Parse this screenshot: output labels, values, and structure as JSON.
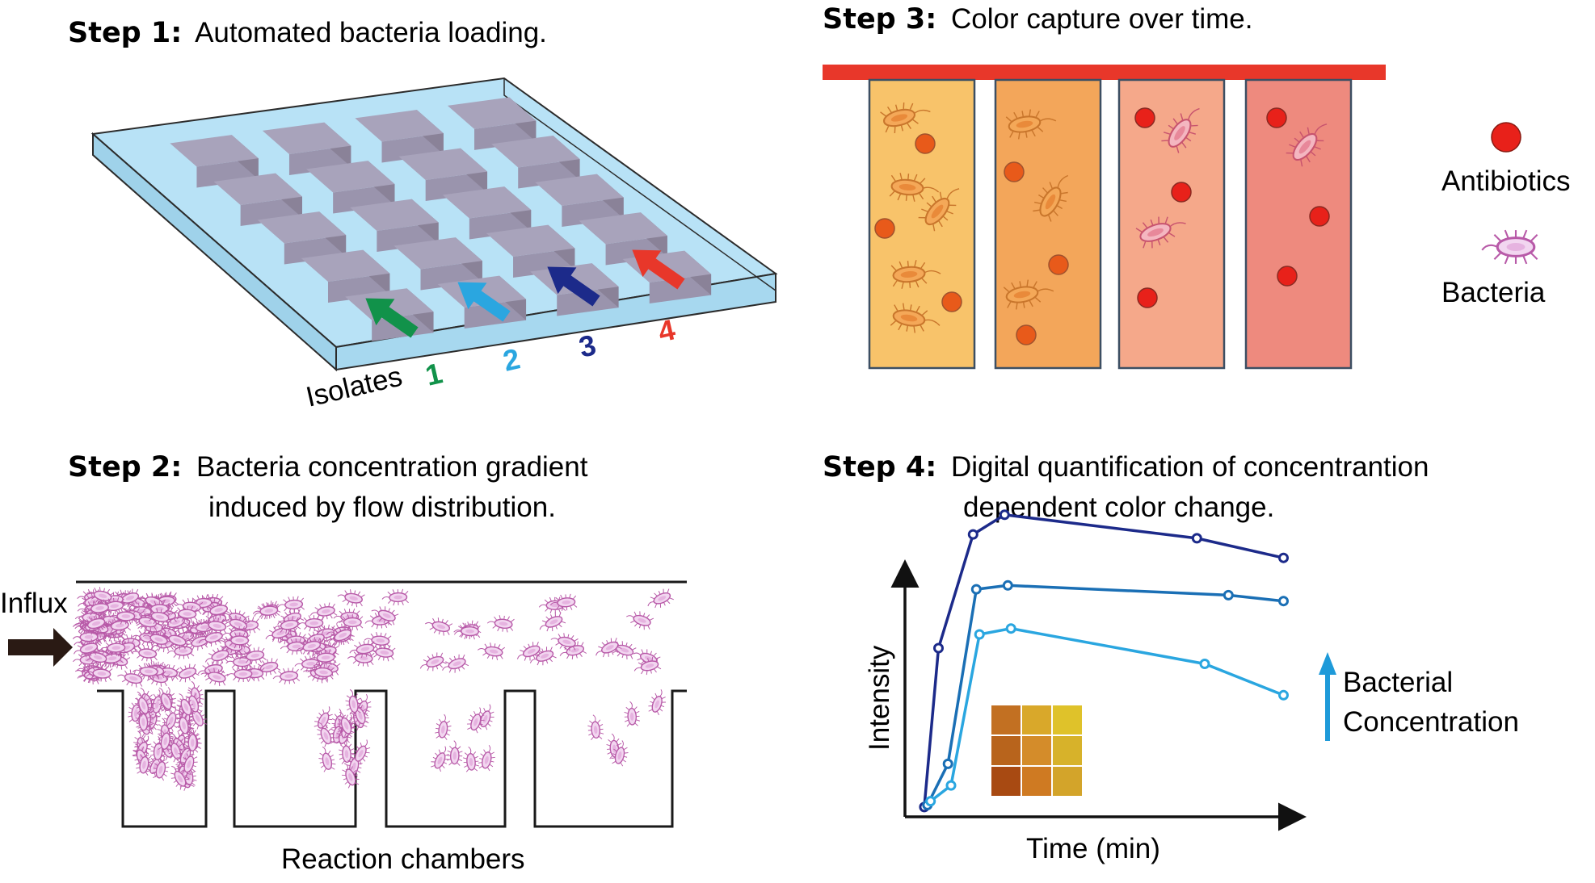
{
  "step1": {
    "heading": "Step 1:",
    "text": "Automated bacteria loading.",
    "isolates_label": "Isolates",
    "isolates": [
      {
        "num": "1",
        "color": "#11924a"
      },
      {
        "num": "2",
        "color": "#2aa6e0"
      },
      {
        "num": "3",
        "color": "#1c2a8a"
      },
      {
        "num": "4",
        "color": "#e8372a"
      }
    ]
  },
  "step2": {
    "heading": "Step 2:",
    "line1": "Bacteria concentration gradient",
    "line2": "induced by flow distribution.",
    "influx": "Influx",
    "chambers_label": "Reaction chambers"
  },
  "step3": {
    "heading": "Step 3:",
    "text": "Color capture over time.",
    "legend_antibiotics": "Antibiotics",
    "legend_bacteria": "Bacteria",
    "tube_colors": [
      "#f8c36a",
      "#f3a65a",
      "#f5a88a",
      "#ee8a7e"
    ]
  },
  "step4": {
    "heading": "Step 4:",
    "line1": "Digital quantification of concentrantion",
    "line2": "dependent color change.",
    "bacterial_label_1": "Bacterial",
    "bacterial_label_2": "Concentration",
    "swatches": [
      "#c27022",
      "#d9a82a",
      "#dfc22a",
      "#b8641c",
      "#d48c2a",
      "#d7b22a",
      "#a84a12",
      "#cf7a22",
      "#d3a42a"
    ]
  },
  "chart_data": {
    "type": "line",
    "xlabel": "Time (min)",
    "ylabel": "Intensity",
    "series": [
      {
        "color": "#1c2a8a",
        "points": [
          [
            0.2,
            0.5
          ],
          [
            1.1,
            8.6
          ],
          [
            3.3,
            14.4
          ],
          [
            5.3,
            15.4
          ],
          [
            17.5,
            14.2
          ],
          [
            23,
            13.2
          ]
        ]
      },
      {
        "color": "#1a6fb5",
        "points": [
          [
            0.4,
            0.6
          ],
          [
            1.7,
            2.7
          ],
          [
            3.5,
            11.6
          ],
          [
            5.5,
            11.8
          ],
          [
            19.5,
            11.3
          ],
          [
            23,
            11.0
          ]
        ]
      },
      {
        "color": "#2aa6e0",
        "points": [
          [
            0.6,
            0.8
          ],
          [
            1.9,
            1.6
          ],
          [
            3.7,
            9.3
          ],
          [
            5.7,
            9.6
          ],
          [
            18,
            7.8
          ],
          [
            23,
            6.2
          ]
        ]
      }
    ]
  }
}
